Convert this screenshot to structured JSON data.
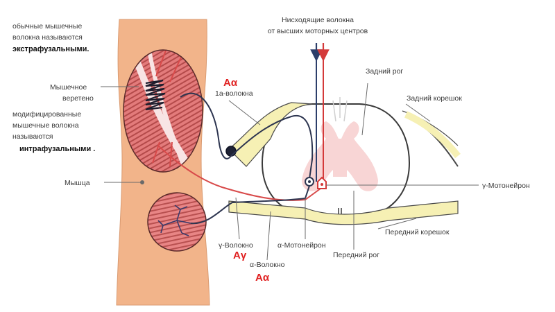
{
  "labels": {
    "extrafusal_line1": "обычные мышечные",
    "extrafusal_line2": "волокна называются",
    "extrafusal_line3": "экстрафузальными.",
    "spindle_line1": "Мышечное",
    "spindle_line2": "веретено",
    "intrafusal_line1": "модифицированные",
    "intrafusal_line2": "мышечные волокна",
    "intrafusal_line3": "называются",
    "intrafusal_line4": "интрафузальными .",
    "muscle": "Мышца",
    "descending_line1": "Нисходящие волокна",
    "descending_line2": "от высших моторных центров",
    "aalpha_top": "Aα",
    "fiber_1a": "1а-волокна",
    "dorsal_horn": "Задний рог",
    "dorsal_root": "Задний корешок",
    "gamma_motoneuron": "γ-Мотонейрон",
    "ventral_root": "Передний корешок",
    "ventral_horn": "Передний рог",
    "alpha_motoneuron": "α-Мотонейрон",
    "gamma_fiber": "γ-Волокно",
    "agamma": "Aγ",
    "alpha_fiber": "α-Волокно",
    "aalpha_bottom": "Aα"
  },
  "colors": {
    "muscle": "#f2b48a",
    "muscle_edge": "#d99a70",
    "fiber_red": "#d84a4a",
    "fiber_dark": "#2d3550",
    "root_yellow": "#f6f0b4",
    "grey_matter": "#f7d0d0",
    "label_red": "#e02020",
    "arrow_blue": "#2c3e6a",
    "arrow_red": "#d43a3a"
  }
}
